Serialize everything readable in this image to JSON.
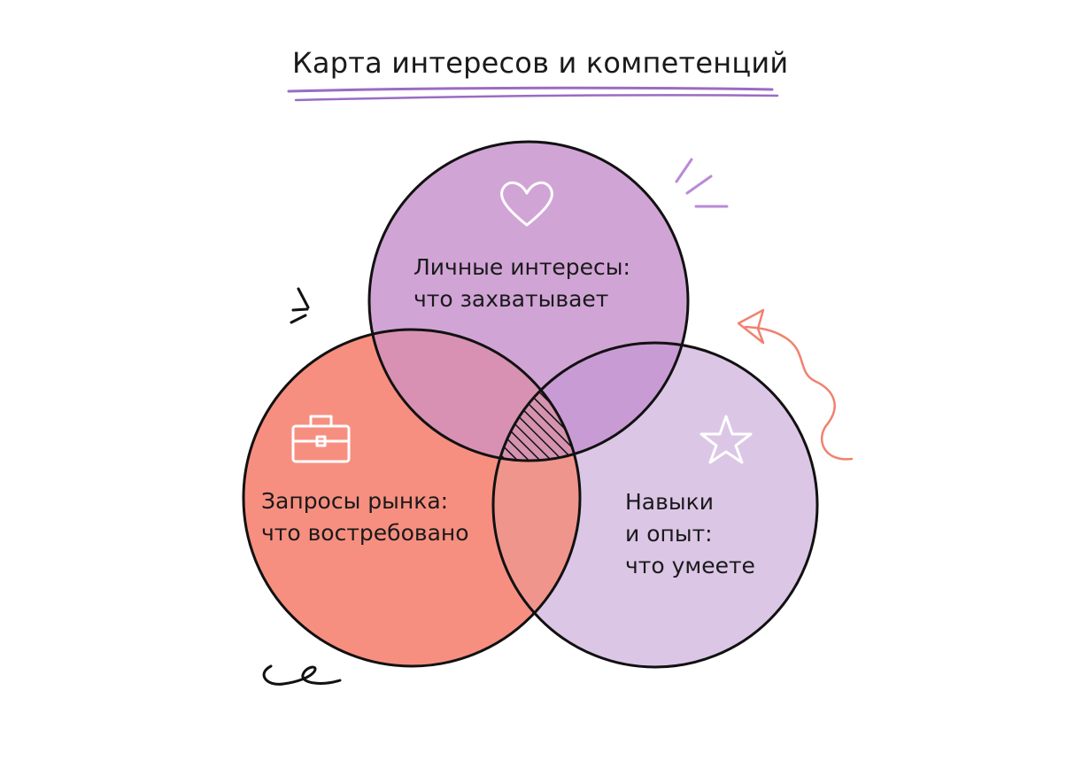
{
  "title": "Карта интересов и компетенций",
  "circles": {
    "interests": {
      "icon": "heart-icon",
      "fill": "#d1a4d6",
      "lines": [
        "Личные интересы:",
        "что захватывает"
      ]
    },
    "market": {
      "icon": "briefcase-icon",
      "fill": "#f78f80",
      "lines": [
        "Запросы рынка:",
        "что востребовано"
      ]
    },
    "skills": {
      "icon": "star-icon",
      "fill": "#dcc6e6",
      "lines": [
        "Навыки",
        "и опыт:",
        "что умеете"
      ]
    }
  },
  "colors": {
    "outline": "#111111",
    "underline": "#9b6cc2",
    "accent_purple": "#b98ad6",
    "accent_coral": "#f0826f"
  }
}
